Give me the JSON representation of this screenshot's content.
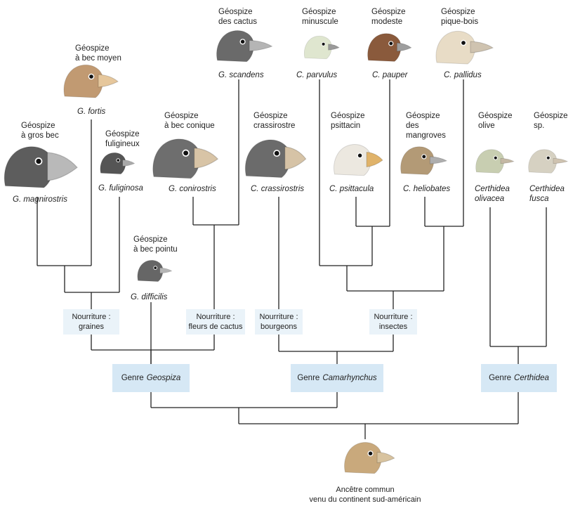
{
  "species": [
    {
      "id": "magnirostris",
      "common": [
        "Géospize",
        "à gros bec"
      ],
      "latin": [
        "G. magnirostris"
      ]
    },
    {
      "id": "fortis",
      "common": [
        "Géospize",
        "à bec moyen"
      ],
      "latin": [
        "G. fortis"
      ]
    },
    {
      "id": "fuliginosa",
      "common": [
        "Géospize",
        "fuligineux"
      ],
      "latin": [
        "G. fuliginosa"
      ]
    },
    {
      "id": "difficilis",
      "common": [
        "Géospize",
        "à bec pointu"
      ],
      "latin": [
        "G. difficilis"
      ]
    },
    {
      "id": "conirostris",
      "common": [
        "Géospize",
        "à bec conique"
      ],
      "latin": [
        "G. conirostris"
      ]
    },
    {
      "id": "scandens",
      "common": [
        "Géospize",
        "des cactus"
      ],
      "latin": [
        "G. scandens"
      ]
    },
    {
      "id": "crassirostris",
      "common": [
        "Géospize",
        "crassirostre"
      ],
      "latin": [
        "C. crassirostris"
      ]
    },
    {
      "id": "parvulus",
      "common": [
        "Géospize",
        "minuscule"
      ],
      "latin": [
        "C. parvulus"
      ]
    },
    {
      "id": "psittacula",
      "common": [
        "Géospize",
        "psittacin"
      ],
      "latin": [
        "C. psittacula"
      ]
    },
    {
      "id": "pauper",
      "common": [
        "Géospize",
        "modeste"
      ],
      "latin": [
        "C. pauper"
      ]
    },
    {
      "id": "heliobates",
      "common": [
        "Géospize",
        "des",
        "mangroves"
      ],
      "latin": [
        "C. heliobates"
      ]
    },
    {
      "id": "pallidus",
      "common": [
        "Géospize",
        "pique-bois"
      ],
      "latin": [
        "C. pallidus"
      ]
    },
    {
      "id": "olivacea",
      "common": [
        "Géospize",
        "olive"
      ],
      "latin": [
        "Certhidea",
        "olivacea"
      ]
    },
    {
      "id": "fusca",
      "common": [
        "Géospize",
        "sp."
      ],
      "latin": [
        "Certhidea",
        "fusca"
      ]
    }
  ],
  "food_boxes": [
    {
      "id": "graines",
      "lines": [
        "Nourriture :",
        "graines"
      ]
    },
    {
      "id": "fleurs",
      "lines": [
        "Nourriture :",
        "fleurs de cactus"
      ]
    },
    {
      "id": "bourgeons",
      "lines": [
        "Nourriture :",
        "bourgeons"
      ]
    },
    {
      "id": "insectes",
      "lines": [
        "Nourriture :",
        "insectes"
      ]
    }
  ],
  "genera": [
    {
      "id": "geospiza",
      "prefix": "Genre",
      "name": "Geospiza"
    },
    {
      "id": "camarhynchus",
      "prefix": "Genre",
      "name": "Camarhynchus"
    },
    {
      "id": "certhidea",
      "prefix": "Genre",
      "name": "Certhidea"
    }
  ],
  "ancestor": {
    "lines": [
      "Ancêtre commun",
      "venu du continent sud-américain"
    ]
  },
  "colors": {
    "line": "#222222",
    "food_box": "#eaf3f9",
    "genus_box": "#d6e8f5",
    "bird_dark": "#5a5a5a",
    "bird_brown": "#b88a5e",
    "bird_pale": "#e4ddd0",
    "bird_olive": "#c9ceb2",
    "beak": "#c9c0b0"
  }
}
